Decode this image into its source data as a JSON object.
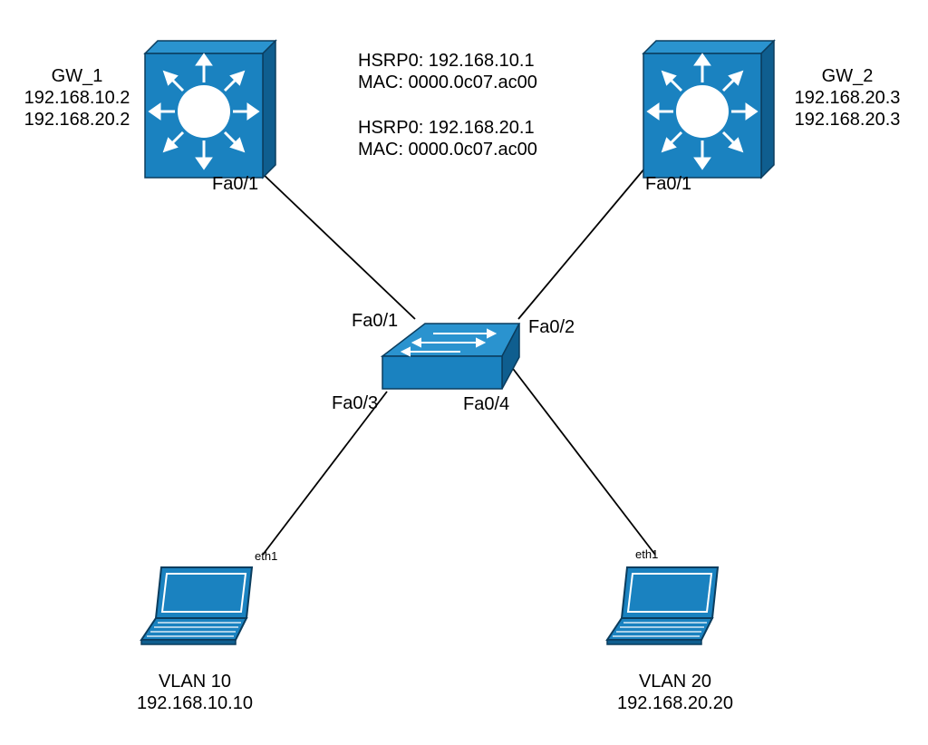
{
  "gw1": {
    "name": "GW_1",
    "ip1": "192.168.10.2",
    "ip2": "192.168.20.2",
    "port": "Fa0/1"
  },
  "gw2": {
    "name": "GW_2",
    "ip1": "192.168.20.3",
    "ip2": "192.168.20.3",
    "port": "Fa0/1"
  },
  "hsrp": {
    "group1": {
      "vip": "HSRP0: 192.168.10.1",
      "mac": "MAC: 0000.0c07.ac00"
    },
    "group2": {
      "vip": "HSRP0: 192.168.20.1",
      "mac": "MAC: 0000.0c07.ac00"
    }
  },
  "switch": {
    "port1": "Fa0/1",
    "port2": "Fa0/2",
    "port3": "Fa0/3",
    "port4": "Fa0/4"
  },
  "host1": {
    "port": "eth1",
    "vlan": "VLAN 10",
    "ip": "192.168.10.10"
  },
  "host2": {
    "port": "eth1",
    "vlan": "VLAN 20",
    "ip": "192.168.20.20"
  },
  "colors": {
    "device_fill": "#1a82c0",
    "device_dark": "#0f5e8f",
    "device_outline": "#0b3d5e",
    "link": "#000000"
  }
}
